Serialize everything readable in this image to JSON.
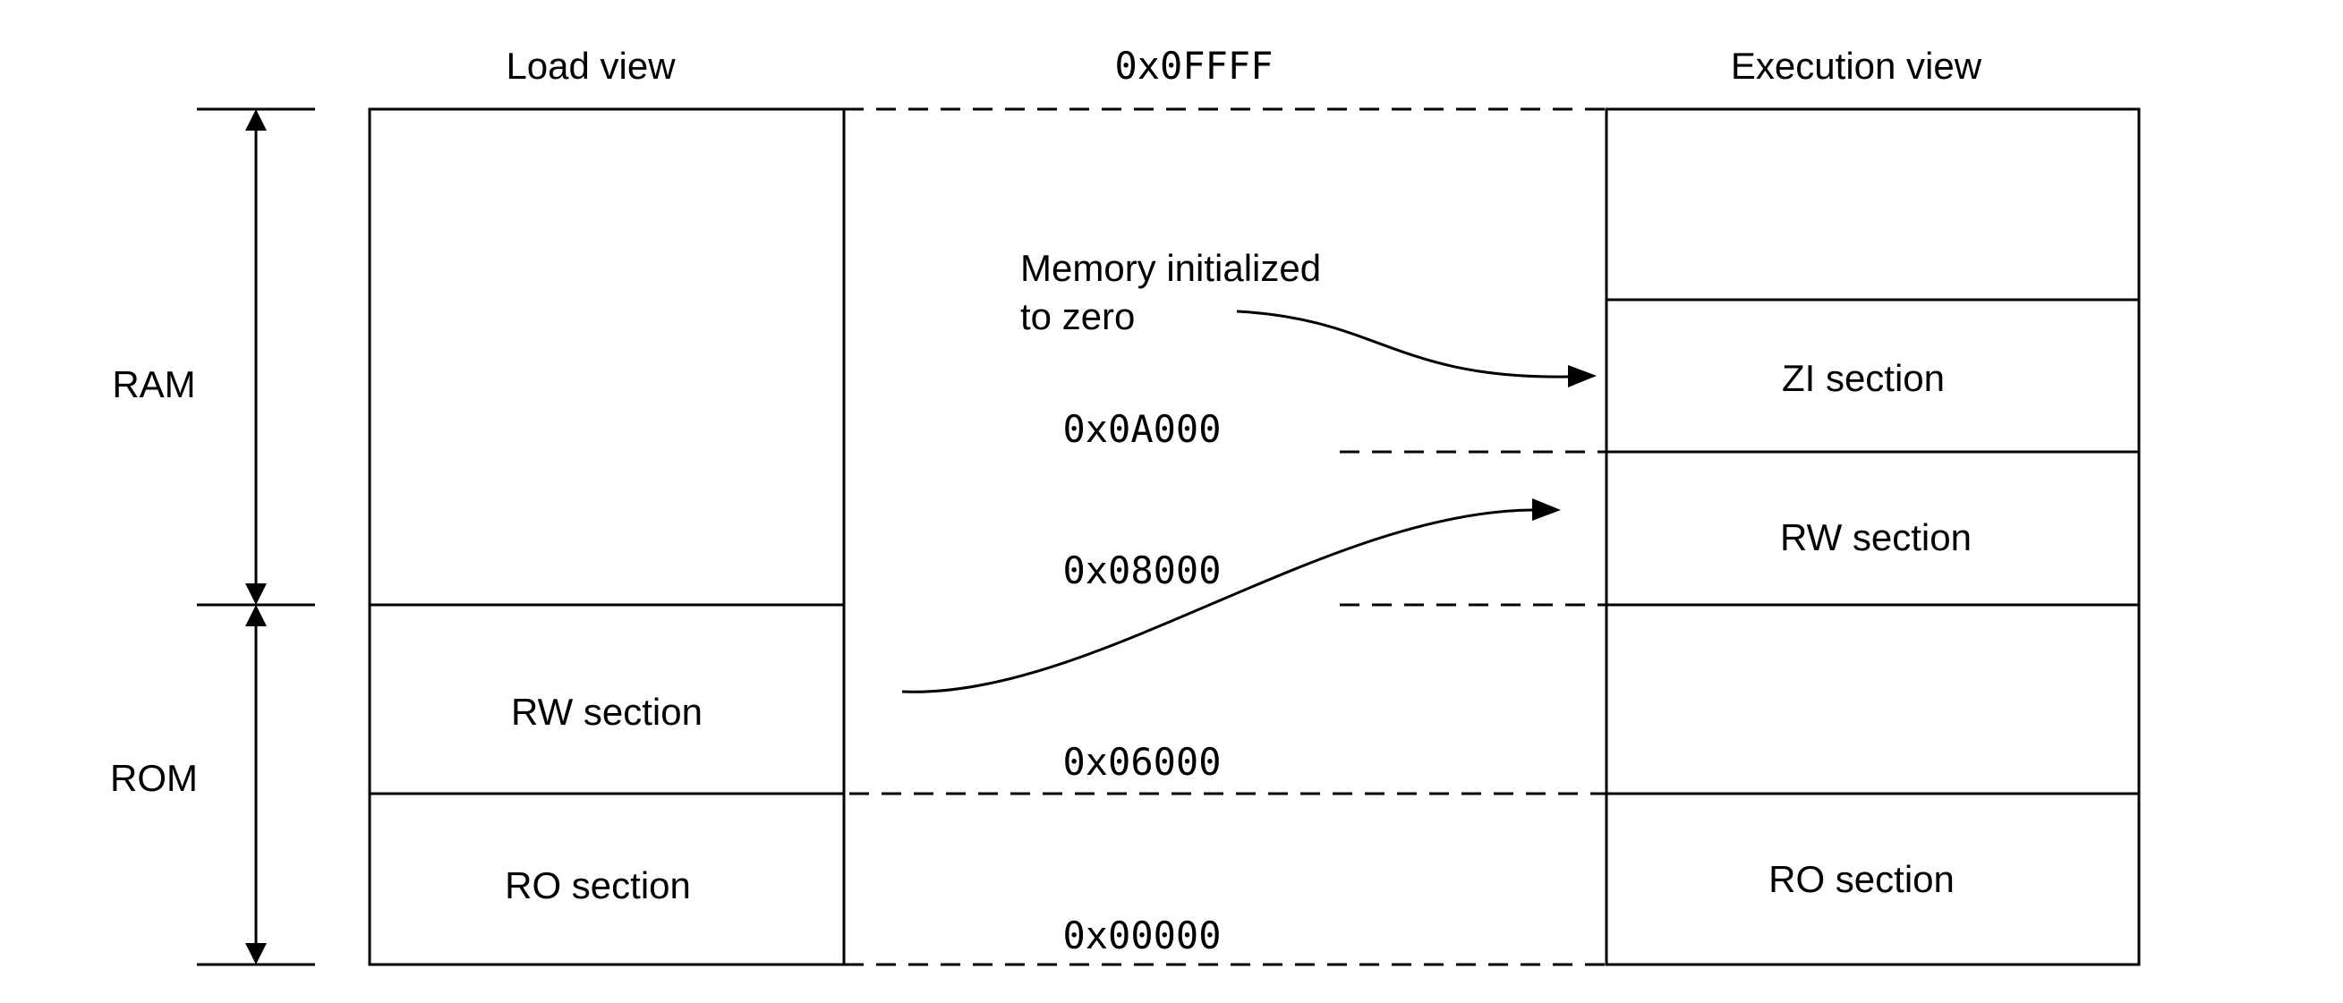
{
  "headers": {
    "load_view": "Load view",
    "top_address": "0x0FFFF",
    "execution_view": "Execution view"
  },
  "side_labels": {
    "ram": "RAM",
    "rom": "ROM"
  },
  "annotation": {
    "line1": "Memory initialized",
    "line2": "to zero"
  },
  "addresses": {
    "a0A000": "0x0A000",
    "a08000": "0x08000",
    "a06000": "0x06000",
    "a00000": "0x00000"
  },
  "load_sections": {
    "rw": "RW section",
    "ro": "RO section"
  },
  "exec_sections": {
    "zi": "ZI section",
    "rw": "RW section",
    "ro": "RO section"
  }
}
